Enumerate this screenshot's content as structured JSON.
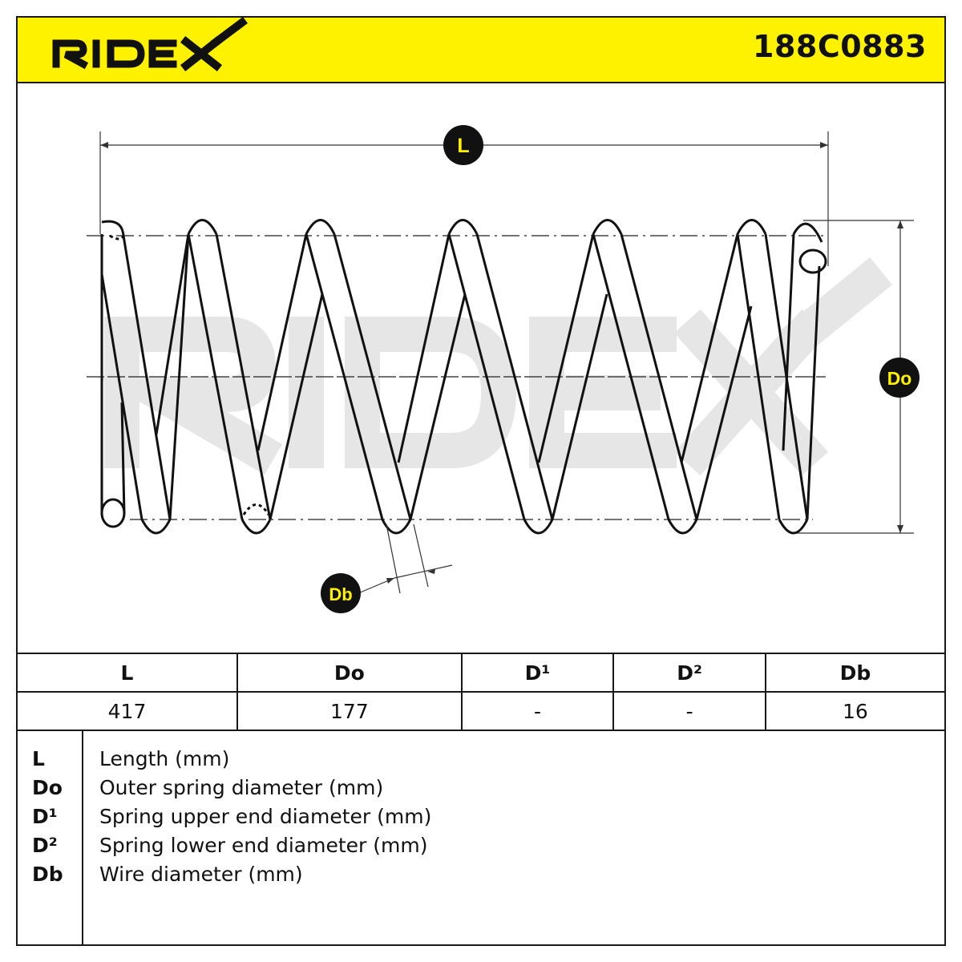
{
  "brand": "RIDEX",
  "part_number": "188C0883",
  "diagram_labels": {
    "length": "L",
    "outer_diameter": "Do",
    "wire_diameter": "Db"
  },
  "watermark": "RIDEX",
  "colors": {
    "brand_yellow": "#fef200",
    "line": "#1a1a1a",
    "watermark": "#e6e6e6"
  },
  "table": {
    "headers": [
      "L",
      "Do",
      "D¹",
      "D²",
      "Db"
    ],
    "values": [
      "417",
      "177",
      "-",
      "-",
      "16"
    ]
  },
  "legend": [
    {
      "abbr": "L",
      "desc": "Length (mm)"
    },
    {
      "abbr": "Do",
      "desc": "Outer spring diameter (mm)"
    },
    {
      "abbr": "D¹",
      "desc": "Spring upper end diameter (mm)"
    },
    {
      "abbr": "D²",
      "desc": "Spring lower end diameter (mm)"
    },
    {
      "abbr": "Db",
      "desc": "Wire diameter (mm)"
    }
  ]
}
